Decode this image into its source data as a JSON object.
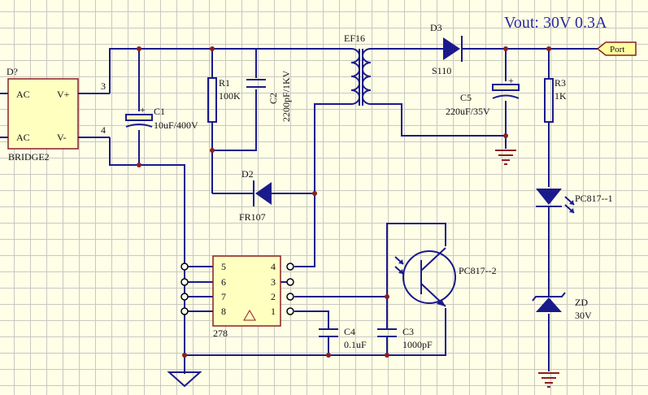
{
  "title": "Vout: 30V 0.3A",
  "port": "Port",
  "bridge": {
    "ref": "D?",
    "name": "BRIDGE2",
    "pin_ac1": "AC",
    "pin_ac2": "AC",
    "pin_vp": "V+",
    "pin_vm": "V-",
    "net_vp": "3",
    "net_vm": "4"
  },
  "c1": {
    "ref": "C1",
    "value": "10uF/400V",
    "plus": "+"
  },
  "r1": {
    "ref": "R1",
    "value": "100K"
  },
  "c2": {
    "ref": "C2",
    "value": "2200pF/1KV"
  },
  "transformer": {
    "ref": "EF16"
  },
  "d3": {
    "ref": "D3",
    "value": "S110"
  },
  "c5": {
    "ref": "C5",
    "value": "220uF/35V",
    "plus": "+"
  },
  "r3": {
    "ref": "R3",
    "value": "1K"
  },
  "d2": {
    "ref": "D2",
    "value": "FR107"
  },
  "pc_led": {
    "ref": "PC817--1"
  },
  "pc_tr": {
    "ref": "PC817--2"
  },
  "zd": {
    "ref": "ZD",
    "value": "30V"
  },
  "ic": {
    "name": "278",
    "pins": [
      "5",
      "6",
      "7",
      "8",
      "4",
      "3",
      "2",
      "1"
    ]
  },
  "c4": {
    "ref": "C4",
    "value": "0.1uF"
  },
  "c3": {
    "ref": "C3",
    "value": "1000pF"
  }
}
